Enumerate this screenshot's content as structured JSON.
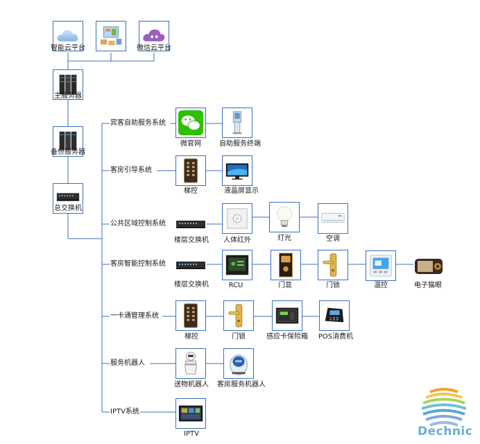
{
  "top": {
    "cloud_smart": "智能云平台",
    "cloud_wechat": "微信云平台",
    "main_server": "主服务器",
    "backup_server": "备份服务器",
    "core_switch": "总交换机"
  },
  "systems": [
    {
      "label": "宾客自助服务系统",
      "devices": [
        "微官网",
        "自助服务终端"
      ]
    },
    {
      "label": "客房引导系统",
      "devices": [
        "梯控",
        "液晶屏显示"
      ]
    },
    {
      "label": "公共区域控制系统",
      "devices": [
        "楼层交换机",
        "人体红外",
        "灯光",
        "空调"
      ]
    },
    {
      "label": "客房智能控制系统",
      "devices": [
        "楼层交换机",
        "RCU",
        "门显",
        "门锁",
        "温控",
        "电子猫眼"
      ]
    },
    {
      "label": "一卡通管理系统",
      "devices": [
        "梯控",
        "门锁",
        "感应卡保险箱",
        "POS消费机"
      ]
    },
    {
      "label": "服务机器人",
      "devices": [
        "送物机器人",
        "客房服务机器人"
      ]
    },
    {
      "label": "IPTV系统",
      "devices": [
        "IPTV"
      ]
    }
  ],
  "brand": {
    "name": "Dechnic",
    "color": "#6ab0d8"
  },
  "colors": {
    "line": "#3a6fb8",
    "box_border": "#3a6fb8",
    "wechat": "#2dc100"
  }
}
